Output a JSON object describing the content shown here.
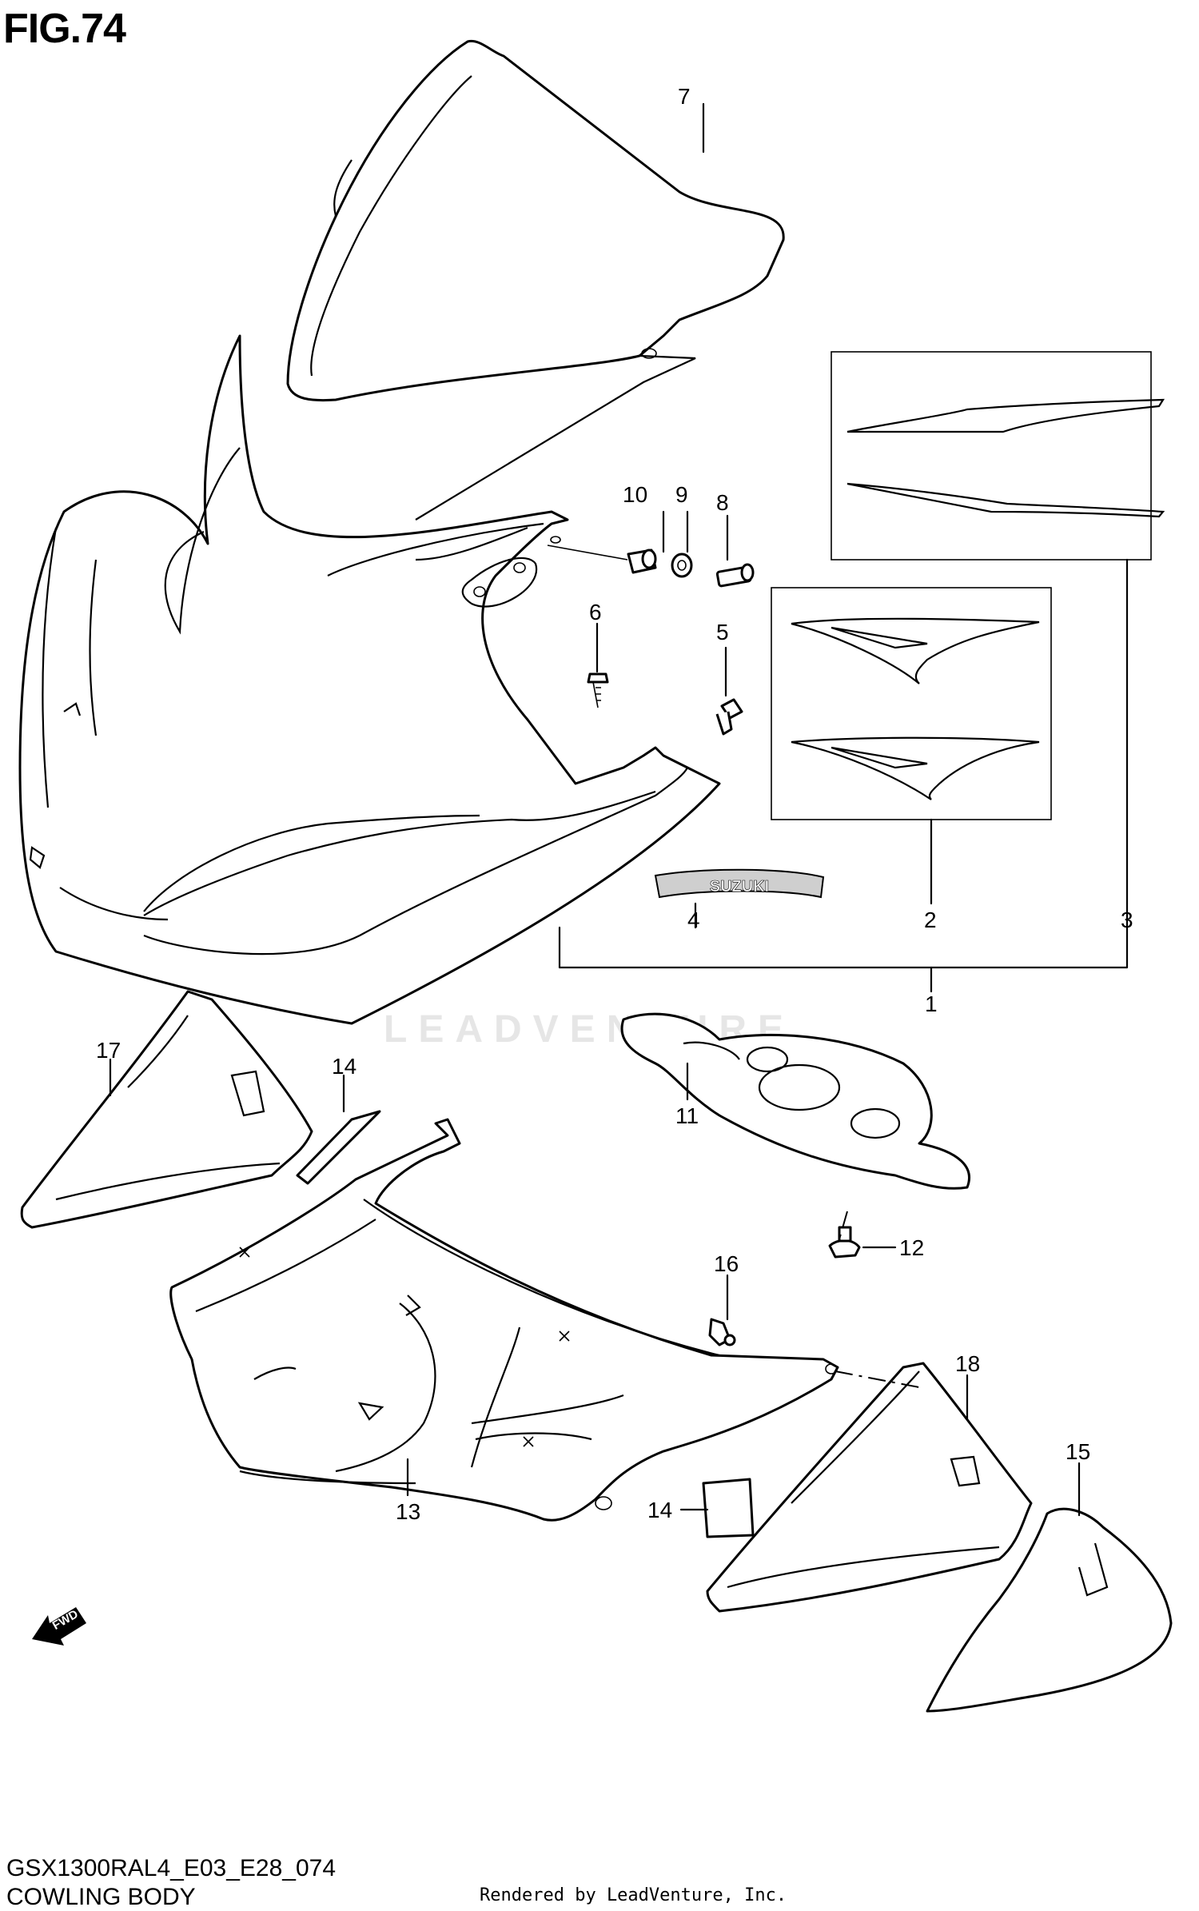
{
  "figure": {
    "title": "FIG.74"
  },
  "diagram": {
    "code": "GSX1300RAL4_E03_E28_074",
    "name": "COWLING BODY",
    "rendered_by": "Rendered by LeadVenture, Inc.",
    "watermark": "LEADVENTURE",
    "fwd_label": "FWD",
    "emblem_text": "SUZUKI"
  },
  "callouts": [
    "1",
    "2",
    "3",
    "4",
    "5",
    "6",
    "7",
    "8",
    "9",
    "10",
    "11",
    "12",
    "13",
    "14",
    "14",
    "15",
    "16",
    "17",
    "18"
  ]
}
